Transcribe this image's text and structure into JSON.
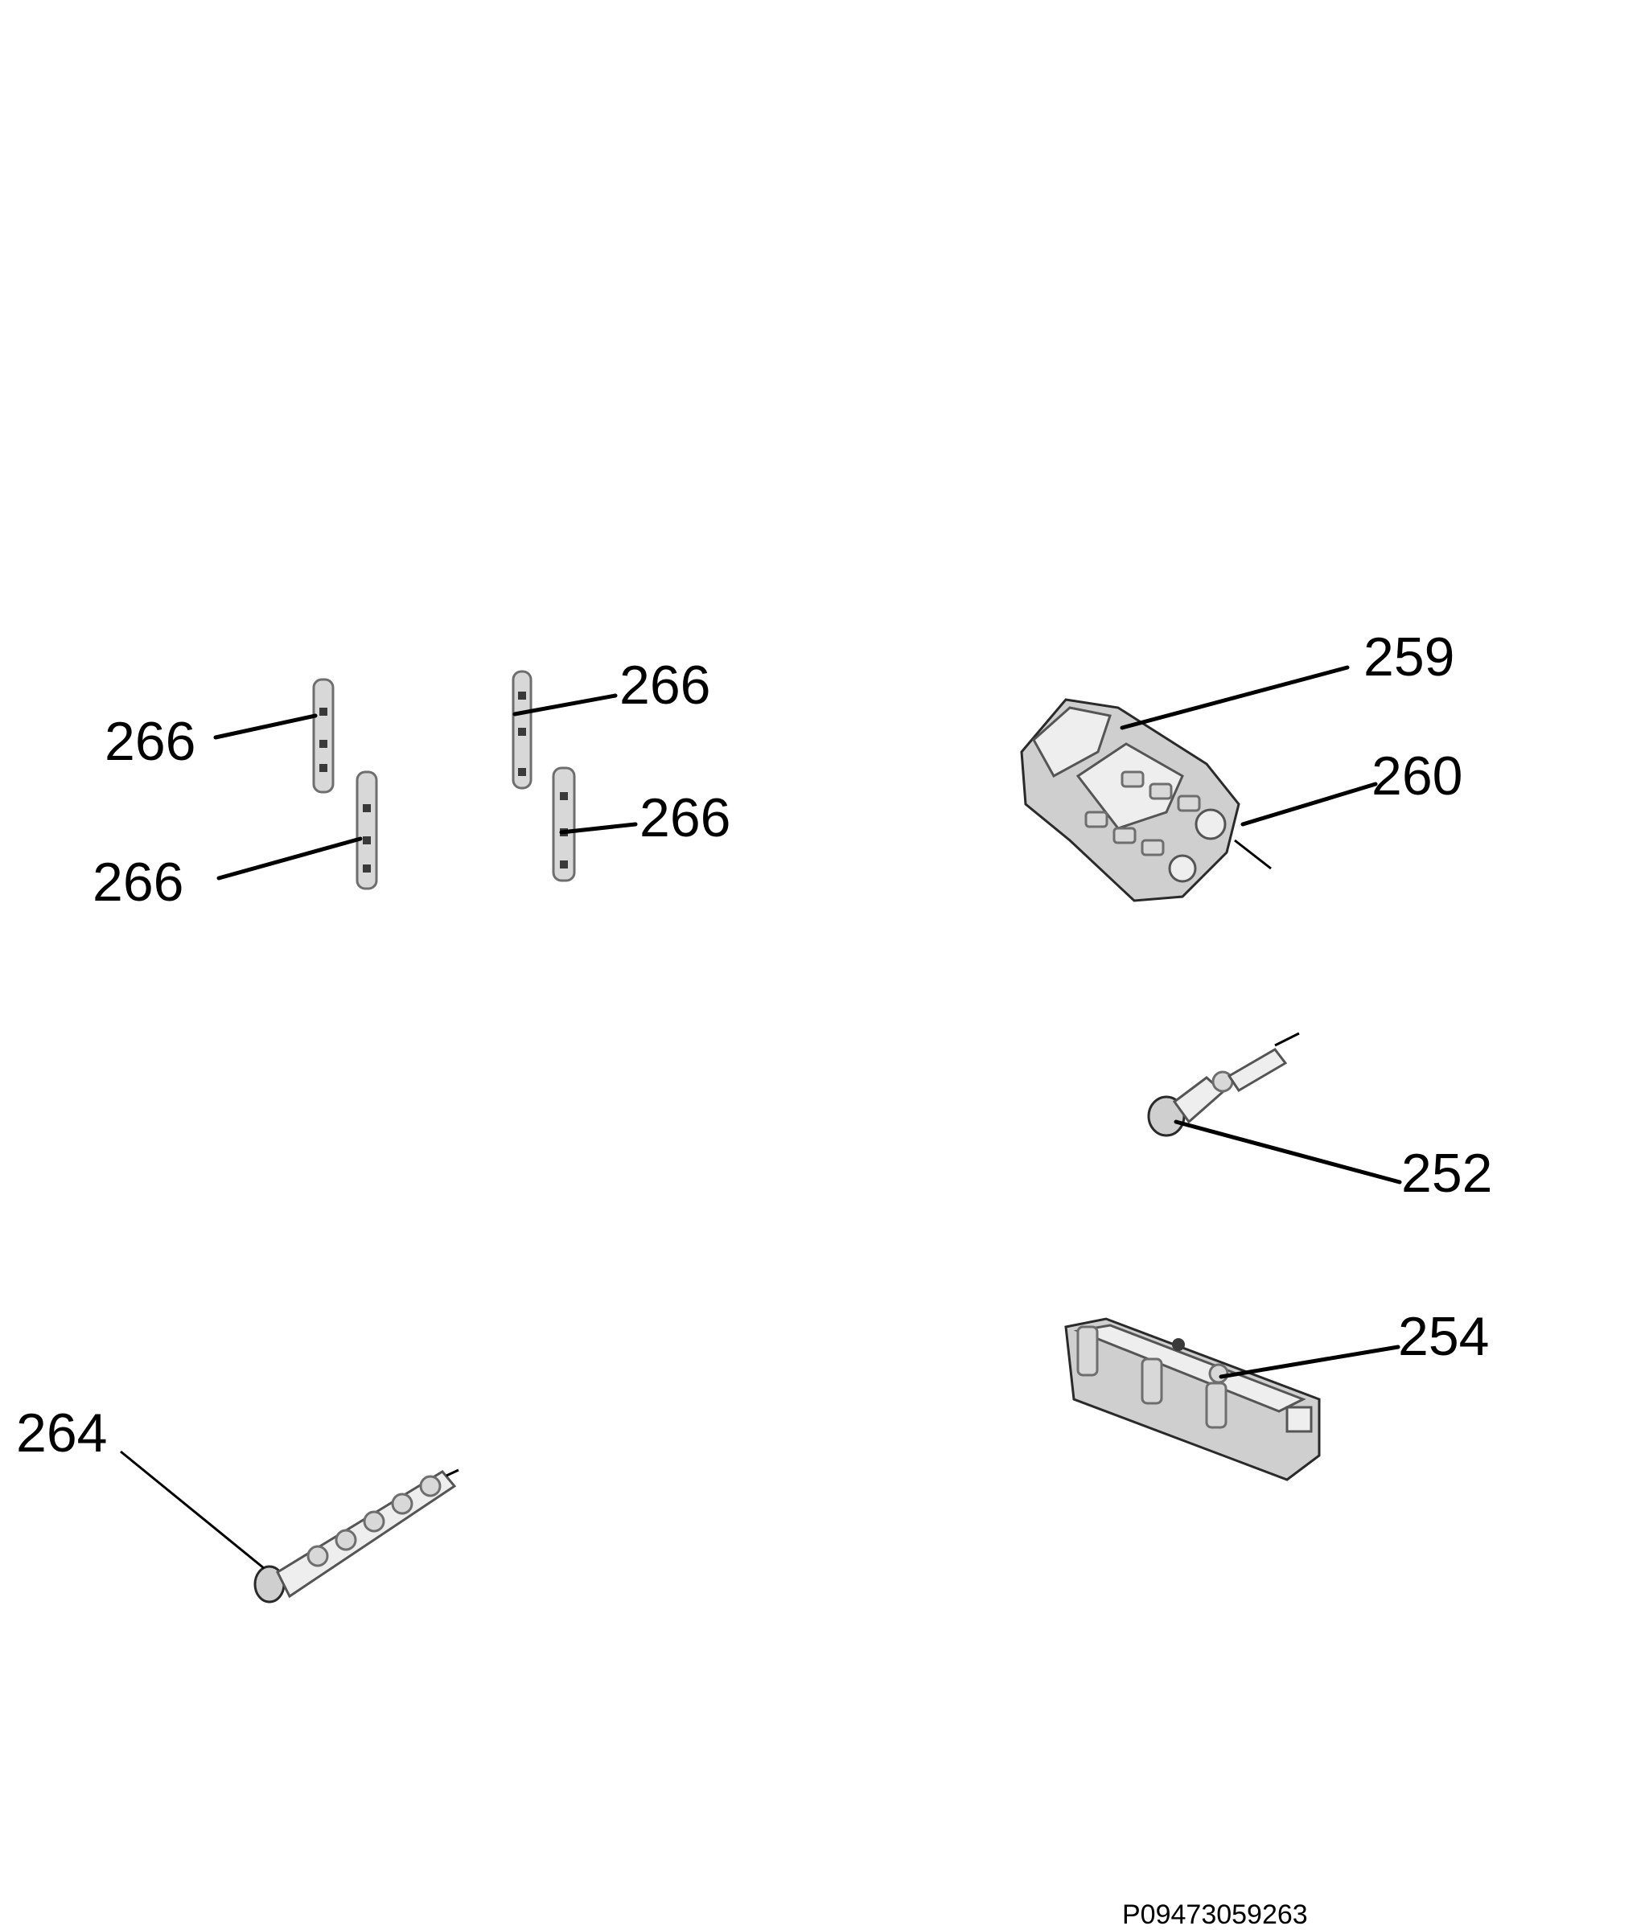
{
  "callouts": {
    "c266_a": "266",
    "c266_b": "266",
    "c266_c": "266",
    "c266_d": "266",
    "c259": "259",
    "c260": "260",
    "c252": "252",
    "c254": "254",
    "c264": "264"
  },
  "reference_code": "P09473059263",
  "colors": {
    "line": "#000000",
    "part_fill": "#d8d8d8",
    "background": "#ffffff"
  }
}
